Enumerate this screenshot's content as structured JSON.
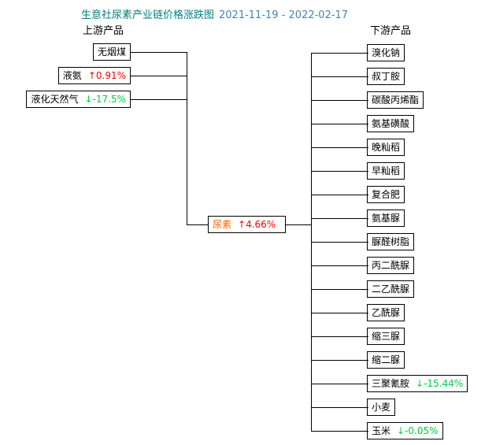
{
  "header": {
    "title": "生意社尿素产业链价格涨跌图",
    "date_range": "2021-11-19 - 2022-02-17"
  },
  "labels": {
    "upstream": "上游产品",
    "downstream": "下游产品"
  },
  "icons": {
    "up_arrow": "↑",
    "down_arrow": "↓"
  },
  "colors": {
    "title": "#008080",
    "date": "#4682b4",
    "up": "#ff0000",
    "down": "#00cc44",
    "center_name": "#ff6600",
    "line": "#000000"
  },
  "center": {
    "name": "尿素",
    "direction": "up",
    "change": "4.66%"
  },
  "upstream": [
    {
      "name": "无烟煤",
      "direction": "",
      "change": ""
    },
    {
      "name": "液氨",
      "direction": "up",
      "change": "0.91%"
    },
    {
      "name": "液化天然气",
      "direction": "down",
      "change": "-17.5%"
    }
  ],
  "downstream": [
    {
      "name": "溴化钠",
      "direction": "",
      "change": ""
    },
    {
      "name": "叔丁胺",
      "direction": "",
      "change": ""
    },
    {
      "name": "碳酸丙烯酯",
      "direction": "",
      "change": ""
    },
    {
      "name": "氨基磺酸",
      "direction": "",
      "change": ""
    },
    {
      "name": "晚籼稻",
      "direction": "",
      "change": ""
    },
    {
      "name": "早籼稻",
      "direction": "",
      "change": ""
    },
    {
      "name": "复合肥",
      "direction": "",
      "change": ""
    },
    {
      "name": "氨基脲",
      "direction": "",
      "change": ""
    },
    {
      "name": "脲醛树脂",
      "direction": "",
      "change": ""
    },
    {
      "name": "丙二酰脲",
      "direction": "",
      "change": ""
    },
    {
      "name": "二乙酰脲",
      "direction": "",
      "change": ""
    },
    {
      "name": "乙酰脲",
      "direction": "",
      "change": ""
    },
    {
      "name": "缩三脲",
      "direction": "",
      "change": ""
    },
    {
      "name": "缩二脲",
      "direction": "",
      "change": ""
    },
    {
      "name": "三聚氰胺",
      "direction": "down",
      "change": "-15.44%"
    },
    {
      "name": "小麦",
      "direction": "",
      "change": ""
    },
    {
      "name": "玉米",
      "direction": "down",
      "change": "-0.05%"
    }
  ]
}
